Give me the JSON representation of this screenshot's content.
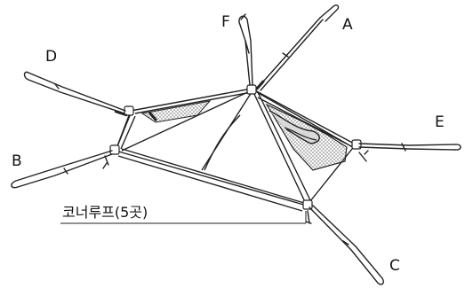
{
  "labels": {
    "a": "A",
    "b": "B",
    "c": "C",
    "d": "D",
    "e": "E",
    "f": "F"
  },
  "callout": "코너루프(5곳)",
  "colors": {
    "line": "#222222",
    "fabric": "#ffffff",
    "mesh": "#cfcfcf",
    "flap": "#d9d9d9"
  }
}
